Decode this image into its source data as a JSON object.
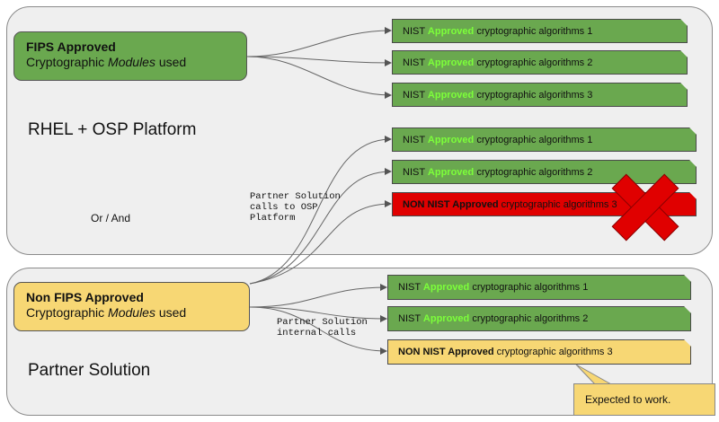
{
  "top_panel": {
    "title": "RHEL + OSP Platform",
    "module": {
      "line1": "FIPS Approved",
      "line2_prefix": "Cryptographic ",
      "line2_italic": "Modules",
      "line2_suffix": " used"
    },
    "algos_fips": [
      {
        "prefix": "NIST ",
        "highlight": "Approved",
        "suffix": " cryptographic algorithms 1"
      },
      {
        "prefix": "NIST ",
        "highlight": "Approved",
        "suffix": " cryptographic algorithms 2"
      },
      {
        "prefix": "NIST ",
        "highlight": "Approved",
        "suffix": " cryptographic algorithms 3"
      }
    ],
    "algos_partner_calls": [
      {
        "prefix": "NIST ",
        "highlight": "Approved",
        "suffix": " cryptographic algorithms 1"
      },
      {
        "prefix": "NIST ",
        "highlight": "Approved",
        "suffix": " cryptographic algorithms 2"
      }
    ],
    "non_nist_algo": {
      "bold": "NON NIST Approved",
      "suffix": " cryptographic algorithms 3"
    },
    "or_and": "Or / And",
    "partner_calls_note": [
      "Partner Solution",
      "calls to OSP",
      "Platform"
    ]
  },
  "bottom_panel": {
    "title": "Partner Solution",
    "module": {
      "line1": "Non FIPS Approved",
      "line2_prefix": "Cryptographic ",
      "line2_italic": "Modules",
      "line2_suffix": " used"
    },
    "algos": [
      {
        "prefix": "NIST ",
        "highlight": "Approved",
        "suffix": " cryptographic algorithms 1"
      },
      {
        "prefix": "NIST ",
        "highlight": "Approved",
        "suffix": " cryptographic algorithms 2"
      }
    ],
    "non_nist_algo": {
      "bold": "NON NIST Approved",
      "suffix": " cryptographic algorithms 3"
    },
    "internal_calls_note": [
      "Partner Solution",
      "internal calls"
    ],
    "callout": "Expected to work."
  },
  "colors": {
    "green": "#6aa84f",
    "red": "#e00000",
    "yellow": "#f7d774",
    "approved_text": "#7cff3a"
  },
  "icons": {
    "rejected": "red-x-icon"
  }
}
